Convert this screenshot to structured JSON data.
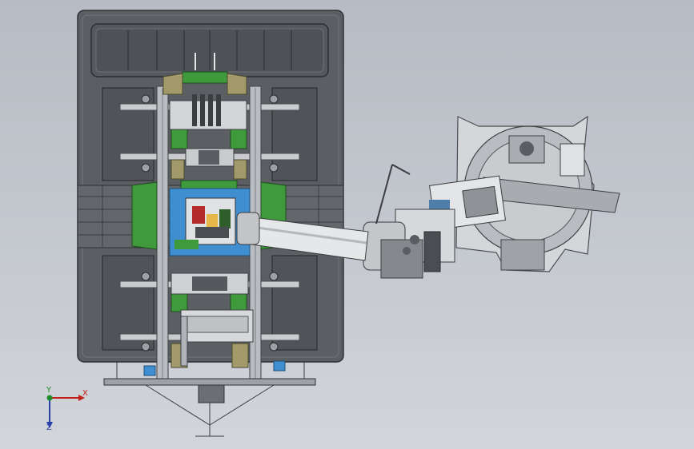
{
  "viewport": {
    "background_top": "#b7bcc4",
    "background_bottom": "#d2d5da"
  },
  "colors": {
    "frame_dark": "#55585d",
    "frame_mid": "#6a6d72",
    "frame_light": "#8a8d92",
    "fixture_green": "#3e9a3a",
    "plate_olive": "#a29a6a",
    "rail_gray": "#b6b9bd",
    "clamp_blue": "#3f8fd0",
    "robot_light": "#d9dbde",
    "robot_mid": "#b2b5b9",
    "robot_dark": "#5f6368"
  },
  "coordinate_triad": {
    "x_label": "X",
    "y_label": "Y",
    "z_label": "Z",
    "x_color": "#c0201a",
    "y_color": "#1d8a2a",
    "z_color": "#2a3fa8"
  }
}
